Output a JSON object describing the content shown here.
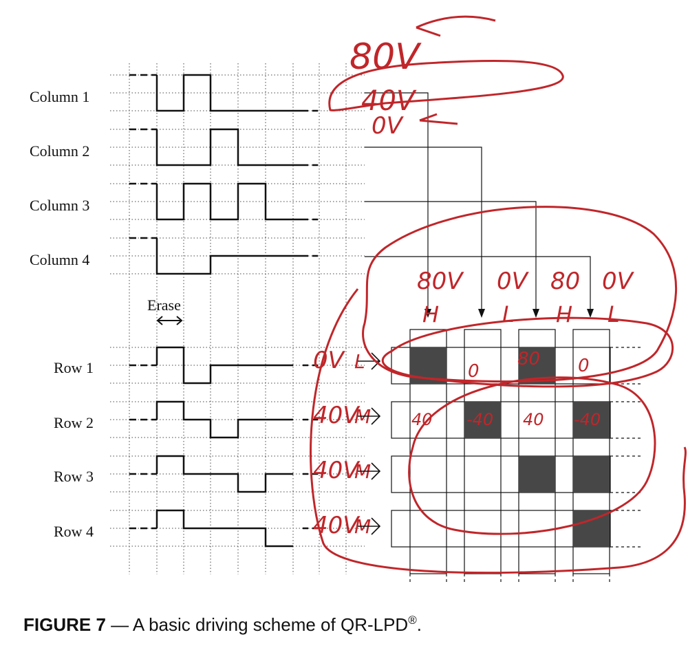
{
  "caption": {
    "prefix": "FIGURE 7",
    "text": " — A basic driving scheme of QR-LPD",
    "mark": "®",
    "suffix": "."
  },
  "columns": [
    "Column 1",
    "Column 2",
    "Column 3",
    "Column 4"
  ],
  "rows": [
    "Row 1",
    "Row 2",
    "Row 3",
    "Row 4"
  ],
  "erase_label": "Erase",
  "pixel_on": [
    [
      true,
      false,
      true,
      false
    ],
    [
      false,
      true,
      false,
      true
    ],
    [
      false,
      false,
      true,
      true
    ],
    [
      false,
      false,
      false,
      true
    ]
  ],
  "handwriting": {
    "top_levels": [
      "80V",
      "40V",
      "0V"
    ],
    "column_values": [
      "80V",
      "0V",
      "80",
      "0V"
    ],
    "column_marks": [
      "H",
      "L",
      "H",
      "L"
    ],
    "row_values": [
      "0V",
      "40V",
      "40V",
      "40V"
    ],
    "row_marks": [
      "L",
      "M",
      "M",
      "M"
    ],
    "row1_cells": [
      "0",
      "80",
      "0"
    ],
    "row2_cells": [
      "40",
      "-40",
      "40",
      "-40"
    ]
  },
  "colors": {
    "ink": "#111111",
    "pixel_fill": "#474747",
    "annotation": "#c0262a"
  }
}
